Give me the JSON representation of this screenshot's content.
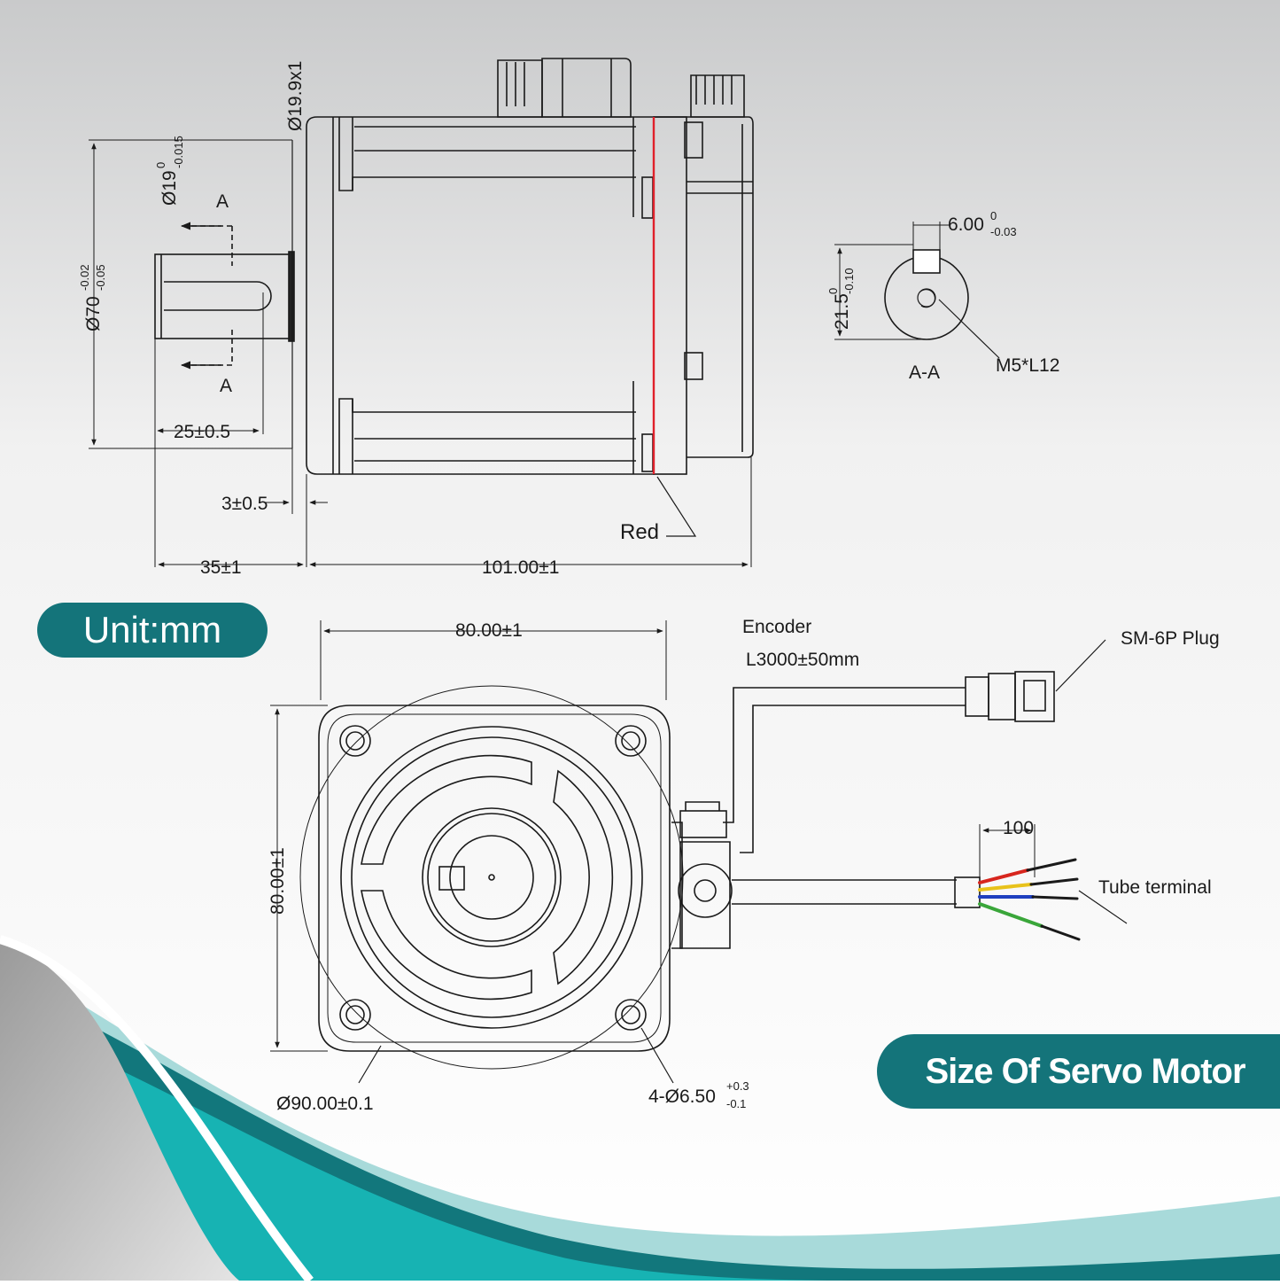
{
  "colors": {
    "accent": "#14747a",
    "teal_light": "#17b3b3",
    "line": "#1a1a1a",
    "red_marker": "#e0202a",
    "wire_red": "#d7261e",
    "wire_yellow": "#e8c21a",
    "wire_blue": "#1e3fbf",
    "wire_green": "#3aa63a"
  },
  "badges": {
    "unit": "Unit:mm",
    "title": "Size Of Servo Motor"
  },
  "side_view": {
    "dia_flange_main": "Ø19.9x1",
    "dia_shaft_main": "Ø19",
    "dia_shaft_sup": "0",
    "dia_shaft_sub": "-0.015",
    "dia_body_main": "Ø70",
    "dia_body_sup": "-0.02",
    "dia_body_sub": "-0.05",
    "section_mark": "A",
    "keyway_len": "25±0.5",
    "flange_offset": "3±0.5",
    "shaft_len": "35±1",
    "body_len": "101.00±1",
    "red_label": "Red"
  },
  "section_view": {
    "key_width_main": "6.00",
    "key_width_sup": "0",
    "key_width_sub": "-0.03",
    "height_main": "21.5",
    "height_sup": "0",
    "height_sub": "-0.10",
    "thread": "M5*L12",
    "label": "A-A"
  },
  "front_view": {
    "width": "80.00±1",
    "height": "80.00±1",
    "pcd": "Ø90.00±0.1",
    "holes_main": "4-Ø6.50",
    "holes_sup": "+0.3",
    "holes_sub": "-0.1",
    "encoder_label": "Encoder",
    "encoder_length": "L3000±50mm",
    "plug_label": "SM-6P  Plug",
    "wire_len": "100",
    "tube_label": "Tube terminal"
  }
}
